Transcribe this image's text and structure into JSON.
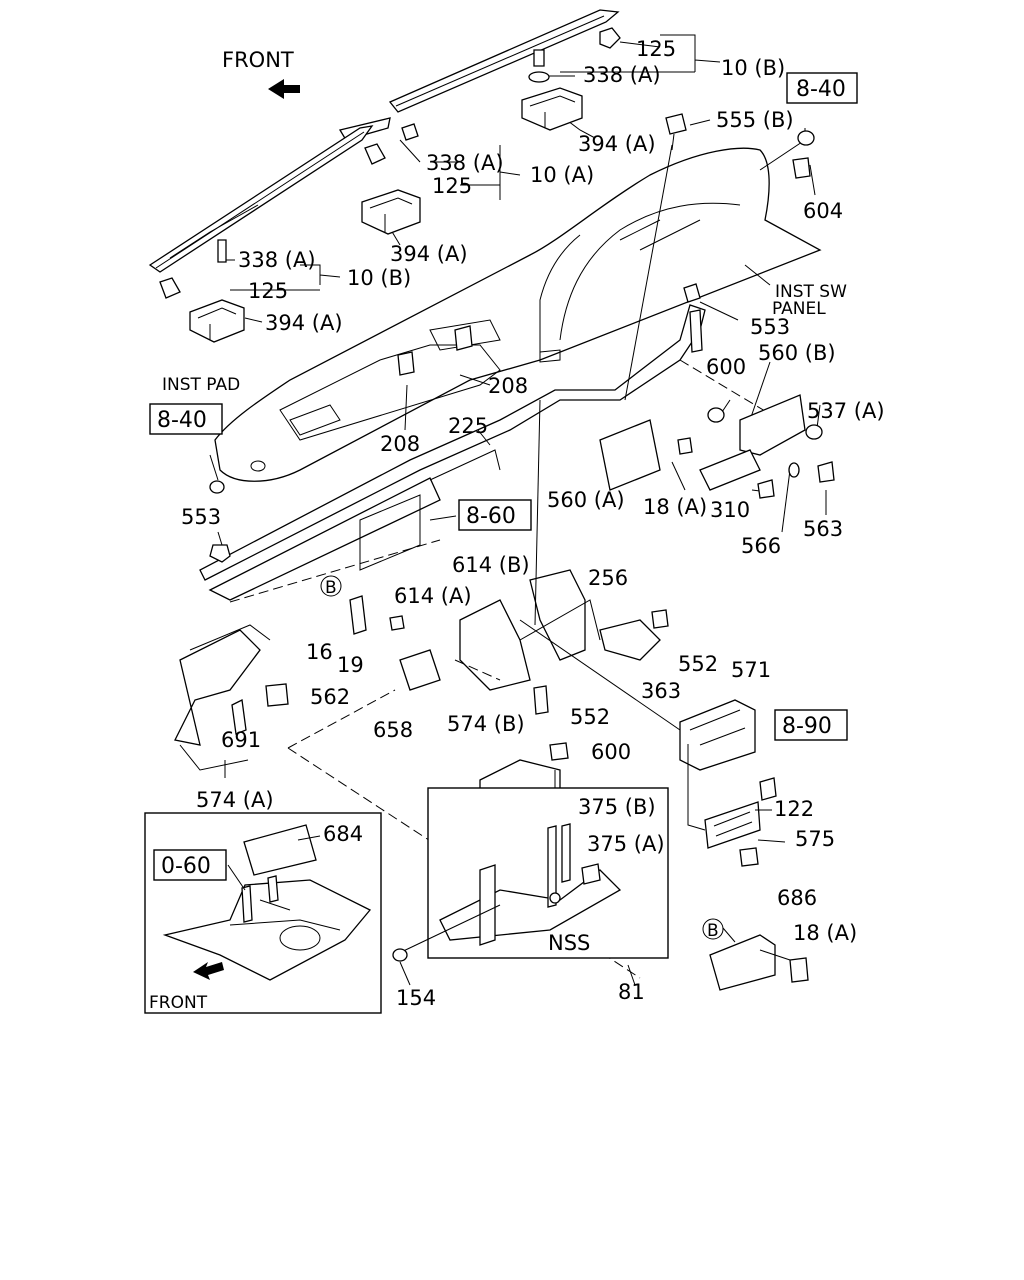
{
  "diagram": {
    "front_top": "FRONT",
    "front_inset": "FRONT",
    "inst_pad": "INST PAD",
    "inst_sw_panel_line1": "INST SW",
    "inst_sw_panel_line2": "PANEL",
    "nss": "NSS",
    "refs": {
      "r840_a": "8-40",
      "r840_b": "8-40",
      "r860": "8-60",
      "r890": "8-90",
      "r060": "0-60"
    },
    "callouts": {
      "c125_top": "125",
      "c338a_top": "338 (A)",
      "c10b_top": "10 (B)",
      "c394a_top": "394 (A)",
      "c555b": "555 (B)",
      "c338a_mid": "338 (A)",
      "c125_mid": "125",
      "c10a": "10 (A)",
      "c394a_mid": "394 (A)",
      "c604": "604",
      "c338a_left": "338 (A)",
      "c10b_left": "10 (B)",
      "c125_left": "125",
      "c394a_left": "394 (A)",
      "c553_top": "553",
      "c560b": "560 (B)",
      "c600_top": "600",
      "c537a": "537 (A)",
      "c208_a": "208",
      "c208_b": "208",
      "c225": "225",
      "c560a": "560 (A)",
      "c18a_top": "18 (A)",
      "c310": "310",
      "c566": "566",
      "c563": "563",
      "c553_left": "553",
      "c614b": "614 (B)",
      "c256": "256",
      "c614a": "614 (A)",
      "c16": "16",
      "c19": "19",
      "c552_a": "552",
      "c363": "363",
      "c571": "571",
      "c562": "562",
      "c658": "658",
      "c552_b": "552",
      "c574b": "574 (B)",
      "c600_mid": "600",
      "c691": "691",
      "c574a": "574 (A)",
      "c122": "122",
      "c375b": "375 (B)",
      "c375a": "375 (A)",
      "c575": "575",
      "c684": "684",
      "c686": "686",
      "c18a_bottom": "18 (A)",
      "c154": "154",
      "c81": "81"
    },
    "markers": {
      "b_left": "B",
      "b_right": "B"
    }
  }
}
